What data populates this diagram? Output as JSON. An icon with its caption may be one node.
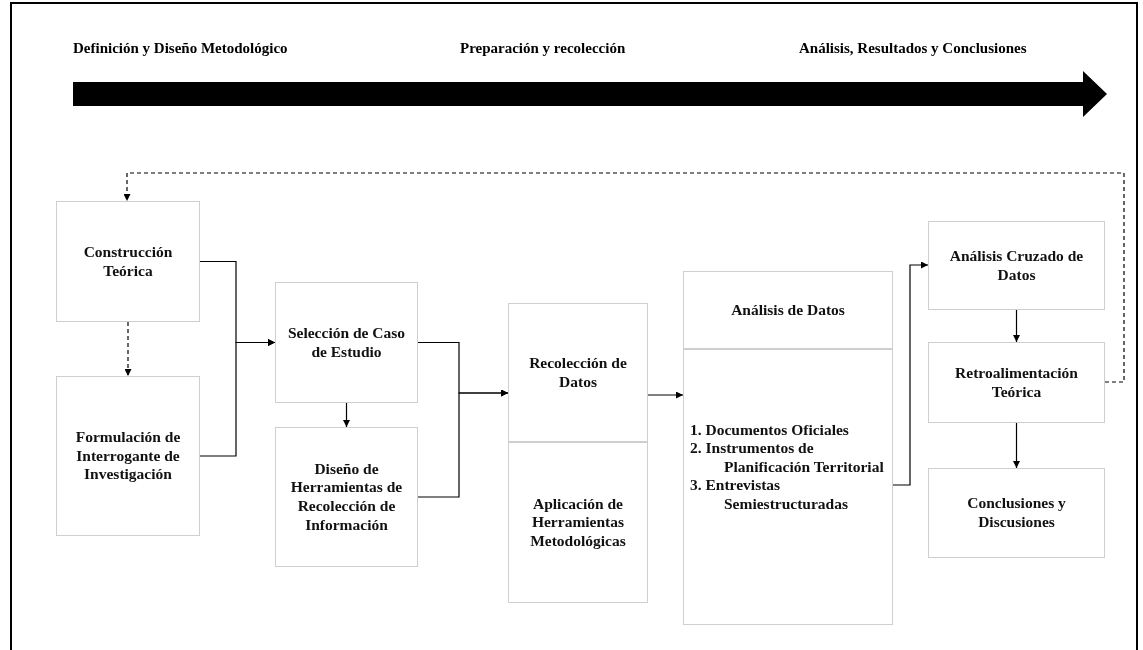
{
  "diagram": {
    "nodes": [
      {
        "text": [
          "Construcción Teórica"
        ]
      },
      {
        "text": [
          "Formulación de Interrogante de Investigación"
        ]
      },
      {
        "text": [
          "Selección de Caso de Estudio"
        ]
      },
      {
        "text": [
          "Diseño de Herramientas de Recolección de Información"
        ]
      },
      {
        "text": [
          "Recolección de Datos"
        ]
      },
      {
        "text": [
          "Aplicación de Herramientas Metodológicas"
        ]
      },
      {
        "text": [
          "Análisis de Datos"
        ]
      },
      {
        "text": [
          "1. Documentos Oficiales",
          "2. Instrumentos de Planificación Territorial",
          "3. Entrevistas Semiestructuradas"
        ]
      },
      {
        "text": [
          "Análisis Cruzado de Datos"
        ]
      },
      {
        "text": [
          "Retroalimentación Teórica"
        ]
      },
      {
        "text": [
          "Conclusiones y Discusiones"
        ]
      }
    ],
    "edges": [
      {
        "from": 0,
        "to": 1,
        "arrow": "to",
        "style": "dashed"
      },
      {
        "from": 0,
        "to": 2,
        "arrow": "to"
      },
      {
        "from": 1,
        "to": 2,
        "arrow": "to"
      },
      {
        "from": 2,
        "to": 3,
        "arrow": "to"
      },
      {
        "from": 2,
        "to": 4,
        "arrow": "to"
      },
      {
        "from": 3,
        "to": 4,
        "arrow": "to"
      },
      {
        "from": 4,
        "to": 7,
        "arrow": "to"
      },
      {
        "from": 7,
        "to": 8,
        "arrow": "to"
      },
      {
        "from": 8,
        "to": 9,
        "arrow": "to"
      },
      {
        "from": 9,
        "to": 10,
        "arrow": "to"
      },
      {
        "from": 9,
        "to": 0,
        "arrow": "to",
        "style": "dashed"
      }
    ],
    "labels": [
      "Definición y Diseño Metodológico",
      "Preparación y recolección",
      "Análisis, Resultados y Conclusiones"
    ]
  }
}
